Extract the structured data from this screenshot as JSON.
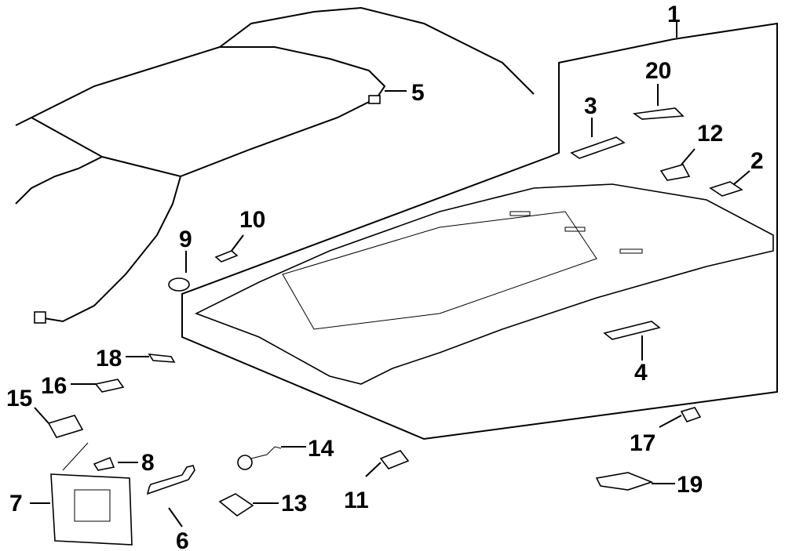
{
  "diagram": {
    "type": "exploded-parts-diagram",
    "subject": "Headliner / roof interior components",
    "callouts": [
      {
        "id": "1",
        "label": "1"
      },
      {
        "id": "2",
        "label": "2"
      },
      {
        "id": "3",
        "label": "3"
      },
      {
        "id": "4",
        "label": "4"
      },
      {
        "id": "5",
        "label": "5"
      },
      {
        "id": "6",
        "label": "6"
      },
      {
        "id": "7",
        "label": "7"
      },
      {
        "id": "8",
        "label": "8"
      },
      {
        "id": "9",
        "label": "9"
      },
      {
        "id": "10",
        "label": "10"
      },
      {
        "id": "11",
        "label": "11"
      },
      {
        "id": "12",
        "label": "12"
      },
      {
        "id": "13",
        "label": "13"
      },
      {
        "id": "14",
        "label": "14"
      },
      {
        "id": "15",
        "label": "15"
      },
      {
        "id": "16",
        "label": "16"
      },
      {
        "id": "17",
        "label": "17"
      },
      {
        "id": "18",
        "label": "18"
      },
      {
        "id": "19",
        "label": "19"
      },
      {
        "id": "20",
        "label": "20"
      }
    ]
  }
}
